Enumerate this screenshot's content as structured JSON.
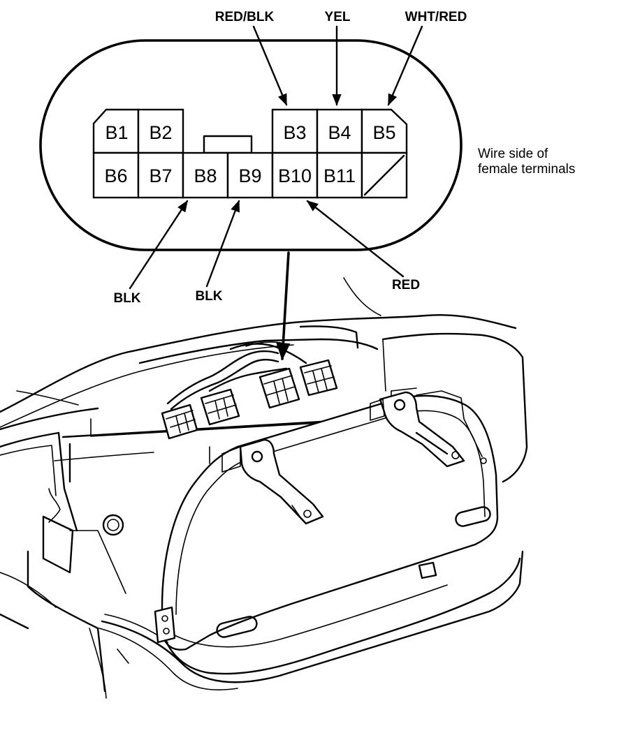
{
  "connector": {
    "note_line1": "Wire side of",
    "note_line2": "female terminals",
    "terminals": {
      "b1": "B1",
      "b2": "B2",
      "b3": "B3",
      "b4": "B4",
      "b5": "B5",
      "b6": "B6",
      "b7": "B7",
      "b8": "B8",
      "b9": "B9",
      "b10": "B10",
      "b11": "B11"
    }
  },
  "wires": {
    "b3": "RED/BLK",
    "b4": "YEL",
    "b5": "WHT/RED",
    "b8": "BLK",
    "b9": "BLK",
    "b10": "RED"
  }
}
